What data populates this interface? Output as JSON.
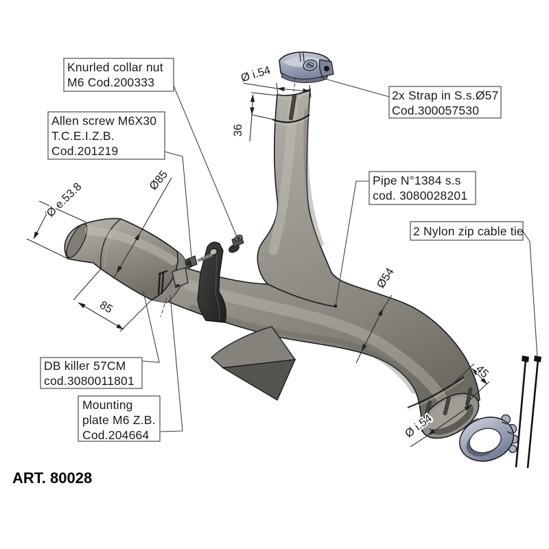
{
  "art_number": "ART. 80028",
  "callouts": {
    "knurled_nut": {
      "lines": [
        "Knurled collar nut",
        "M6 Cod.200333"
      ]
    },
    "allen_screw": {
      "lines": [
        "Allen screw M6X30",
        "T.C.E.I.Z.B.",
        "Cod.201219"
      ]
    },
    "strap": {
      "lines": [
        "2x Strap in S.s.Ø57",
        "Cod.300057530"
      ]
    },
    "pipe": {
      "lines": [
        "Pipe N°1384 s.s",
        "cod. 3080028201"
      ]
    },
    "zip_tie": {
      "lines": [
        "2 Nylon zip cable tie"
      ]
    },
    "db_killer": {
      "lines": [
        "DB killer 57CM",
        "cod.3080011801"
      ]
    },
    "mounting_plate": {
      "lines": [
        "Mounting",
        "plate M6 Z.B.",
        "Cod.204664"
      ]
    }
  },
  "dimensions": {
    "inlet_diameter": "Ø i.54",
    "inlet_depth": "36",
    "db_outer_diameter": "Ø e.53.8",
    "muffler_diameter": "Ø85",
    "muffler_length": "85",
    "pipe_diameter": "Ø54",
    "outlet_slot_length": "45",
    "outlet_diameter": "Ø i.54"
  },
  "colors": {
    "background": "#ffffff",
    "pipe_gray": "#9d9a91",
    "clamp_steel_blue": "#98a1b3",
    "bracket_dark": "#2e2e2c",
    "line": "#1b1b1b"
  }
}
